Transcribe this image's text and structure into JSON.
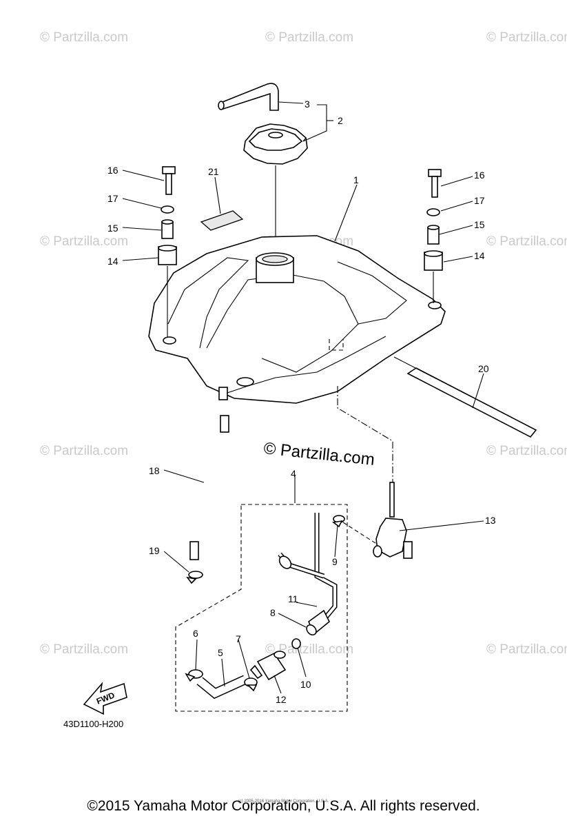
{
  "watermark": "© Partzilla.com",
  "center_watermark": "© Partzilla.com",
  "diagram_code": "43D1100-H200",
  "fwd_label": "FWD",
  "copyright": "©2015 Yamaha Motor Corporation, U.S.A. All rights reserved.",
  "small_copyright": "(c) 2005-2016 Yamaha Motor Corporation, U.S.A.",
  "callouts": [
    "1",
    "2",
    "3",
    "4",
    "5",
    "6",
    "7",
    "8",
    "9",
    "10",
    "11",
    "12",
    "13",
    "14",
    "14",
    "15",
    "15",
    "16",
    "16",
    "17",
    "17",
    "18",
    "19",
    "20",
    "21"
  ]
}
